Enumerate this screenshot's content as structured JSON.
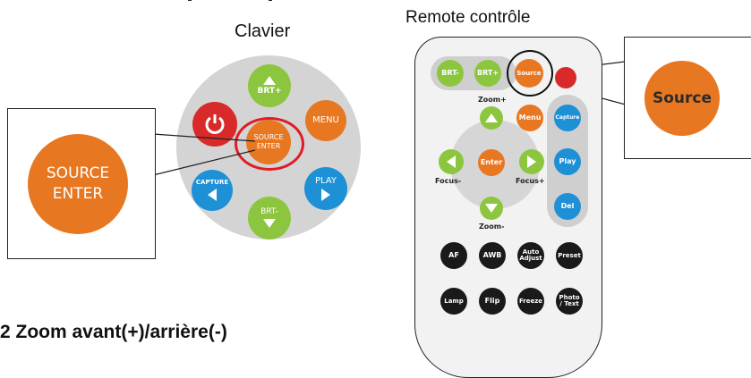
{
  "keypad": {
    "title": "Clavier",
    "brt_plus": "BRT+",
    "menu": "MENU",
    "source": "SOURCE",
    "enter": "ENTER",
    "capture": "CAPTURE",
    "play": "PLAY",
    "brt_minus": "BRT-"
  },
  "keypad_zoom": {
    "source": "SOURCE",
    "enter": "ENTER"
  },
  "remote": {
    "title": "Remote contrôle",
    "brt_minus": "BRT-",
    "brt_plus": "BRT+",
    "source": "Source",
    "zoom_plus": "Zoom+",
    "menu": "Menu",
    "capture": "Capture",
    "enter": "Enter",
    "focus_minus": "Focus-",
    "focus_plus": "Focus+",
    "play": "Play",
    "del": "Del",
    "zoom_minus": "Zoom-",
    "af": "AF",
    "awb": "AWB",
    "auto_adjust_1": "Auto",
    "auto_adjust_2": "Adjust",
    "preset": "Preset",
    "lamp": "Lamp",
    "flip": "Flip",
    "freeze": "Freeze",
    "photo_text_1": "Photo",
    "photo_text_2": "/ Text"
  },
  "remote_zoom": {
    "source": "Source"
  },
  "section_heading": "2 Zoom avant(+)/arrière(-)",
  "colors": {
    "green": "#8cc63f",
    "orange": "#e87722",
    "blue": "#1e90d6",
    "red": "#d92a2a",
    "black": "#1a1a1a",
    "grey_panel": "#d0d0d0",
    "highlight_red": "#e01b24"
  }
}
